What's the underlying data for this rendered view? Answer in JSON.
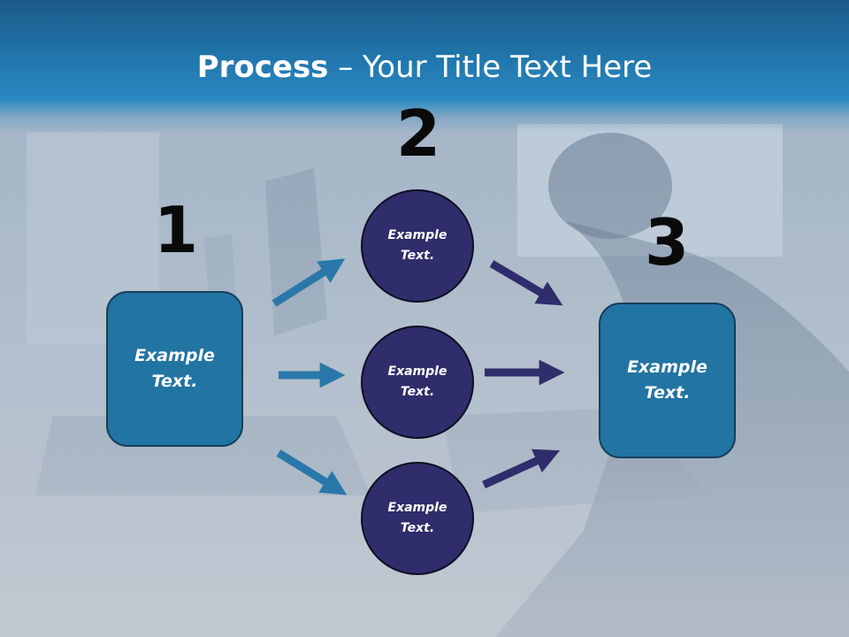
{
  "slide": {
    "title_strong": "Process",
    "title_rest": " – Your Title Text Here"
  },
  "steps": {
    "one": "1",
    "two": "2",
    "three": "3"
  },
  "boxes": {
    "left": {
      "line1": "Example",
      "line2": "Text."
    },
    "right": {
      "line1": "Example",
      "line2": "Text."
    }
  },
  "circles": [
    {
      "line1": "Example",
      "line2": "Text."
    },
    {
      "line1": "Example",
      "line2": "Text."
    },
    {
      "line1": "Example",
      "line2": "Text."
    }
  ],
  "colors": {
    "title_bar": "#2177ad",
    "box_fill": "#2274a3",
    "circle_fill": "#2f2d6b",
    "arrow_light": "#2a78aa",
    "arrow_dark": "#2f2d6b"
  }
}
